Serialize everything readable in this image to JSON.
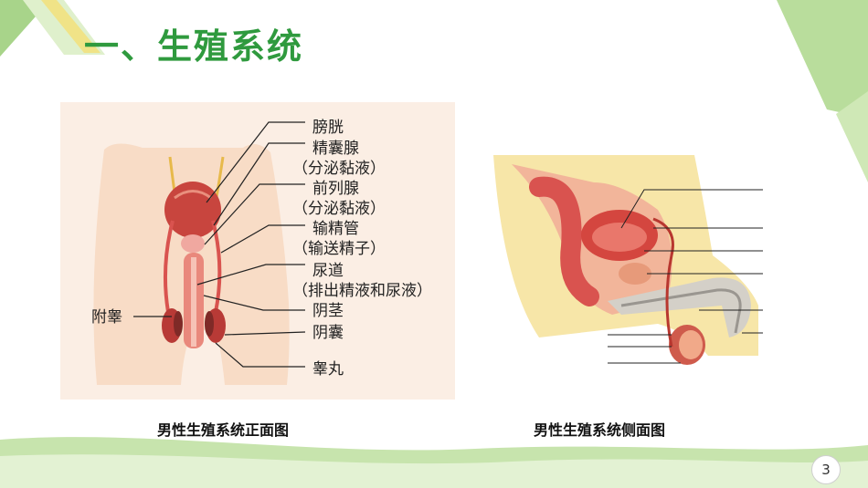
{
  "slide": {
    "title": "一、生殖系统",
    "page_number": "3",
    "colors": {
      "title": "#2f9a3e",
      "accent_green": "#a8d48a",
      "accent_yellow": "#f3e07a"
    }
  },
  "front_figure": {
    "caption": "男性生殖系统正面图",
    "labels": {
      "bladder": "膀胱",
      "seminal_vesicle": "精囊腺",
      "seminal_vesicle_note": "（分泌黏液）",
      "prostate": "前列腺",
      "prostate_note": "（分泌黏液）",
      "vas_deferens": "输精管",
      "vas_deferens_note": "（输送精子）",
      "urethra": "尿道",
      "urethra_note": "（排出精液和尿液）",
      "penis": "阴茎",
      "scrotum": "阴囊",
      "testis": "睾丸",
      "epididymis": "附睾"
    }
  },
  "side_figure": {
    "caption": "男性生殖系统侧面图"
  }
}
